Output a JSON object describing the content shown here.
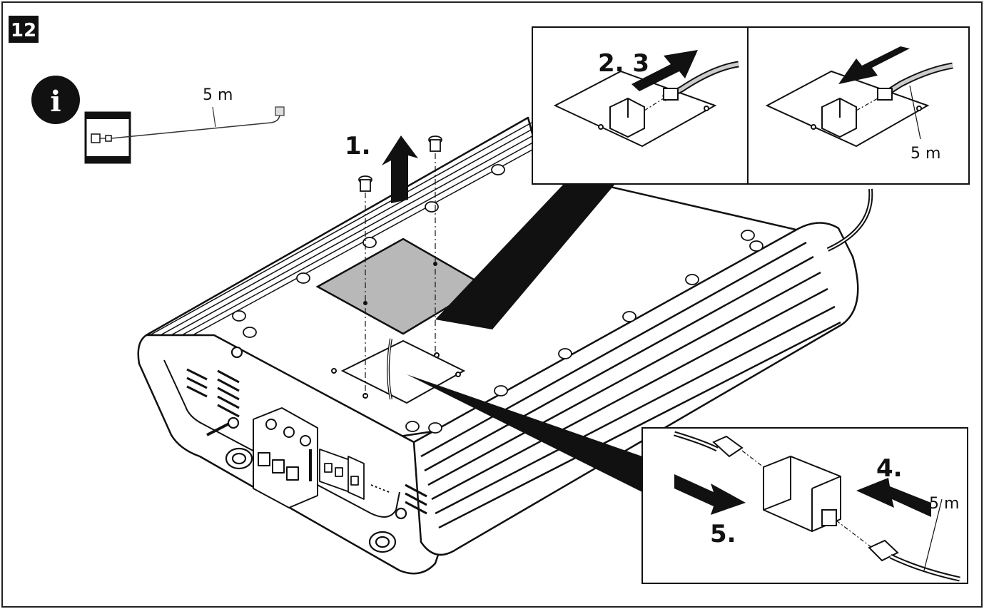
{
  "figure": {
    "number": "12",
    "info_symbol": "i",
    "info_cable_length": "5 m"
  },
  "steps": {
    "step1": "1.",
    "step2_3": "2. 3",
    "step4": "4.",
    "step5": "5."
  },
  "insets": {
    "top_right_cable_length": "5 m",
    "bottom_right_cable_length": "5 m"
  },
  "icons": [
    "info-icon",
    "arrow-up-icon",
    "arrow-right-icon",
    "arrow-left-icon"
  ]
}
